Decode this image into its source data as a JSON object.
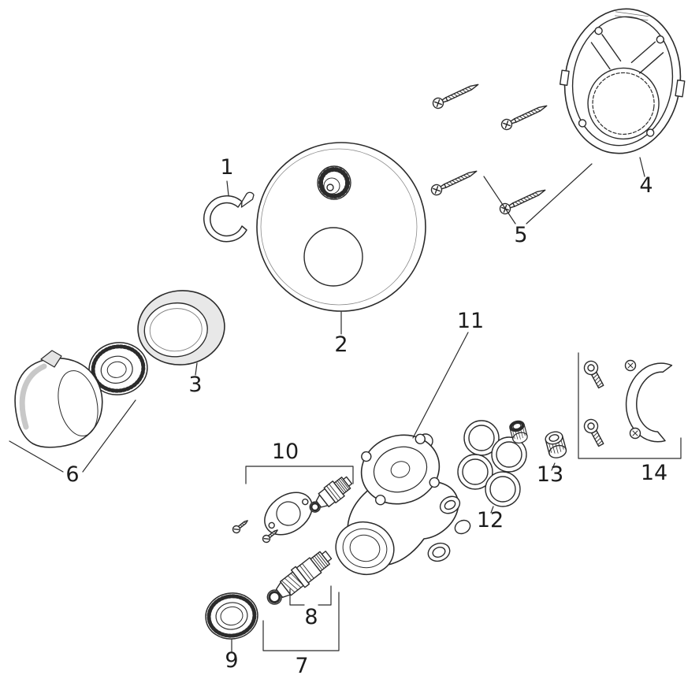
{
  "colors": {
    "line": "#2b2b2b",
    "label": "#1c1c1c",
    "background": "#ffffff",
    "shade": "#e8e8e8"
  },
  "diagram": {
    "kind": "exploded-parts-diagram",
    "parts": [
      {
        "label": "1"
      },
      {
        "label": "2"
      },
      {
        "label": "3"
      },
      {
        "label": "4"
      },
      {
        "label": "5"
      },
      {
        "label": "6"
      },
      {
        "label": "7"
      },
      {
        "label": "8"
      },
      {
        "label": "9"
      },
      {
        "label": "10"
      },
      {
        "label": "11"
      },
      {
        "label": "12"
      },
      {
        "label": "13"
      },
      {
        "label": "14"
      }
    ]
  }
}
